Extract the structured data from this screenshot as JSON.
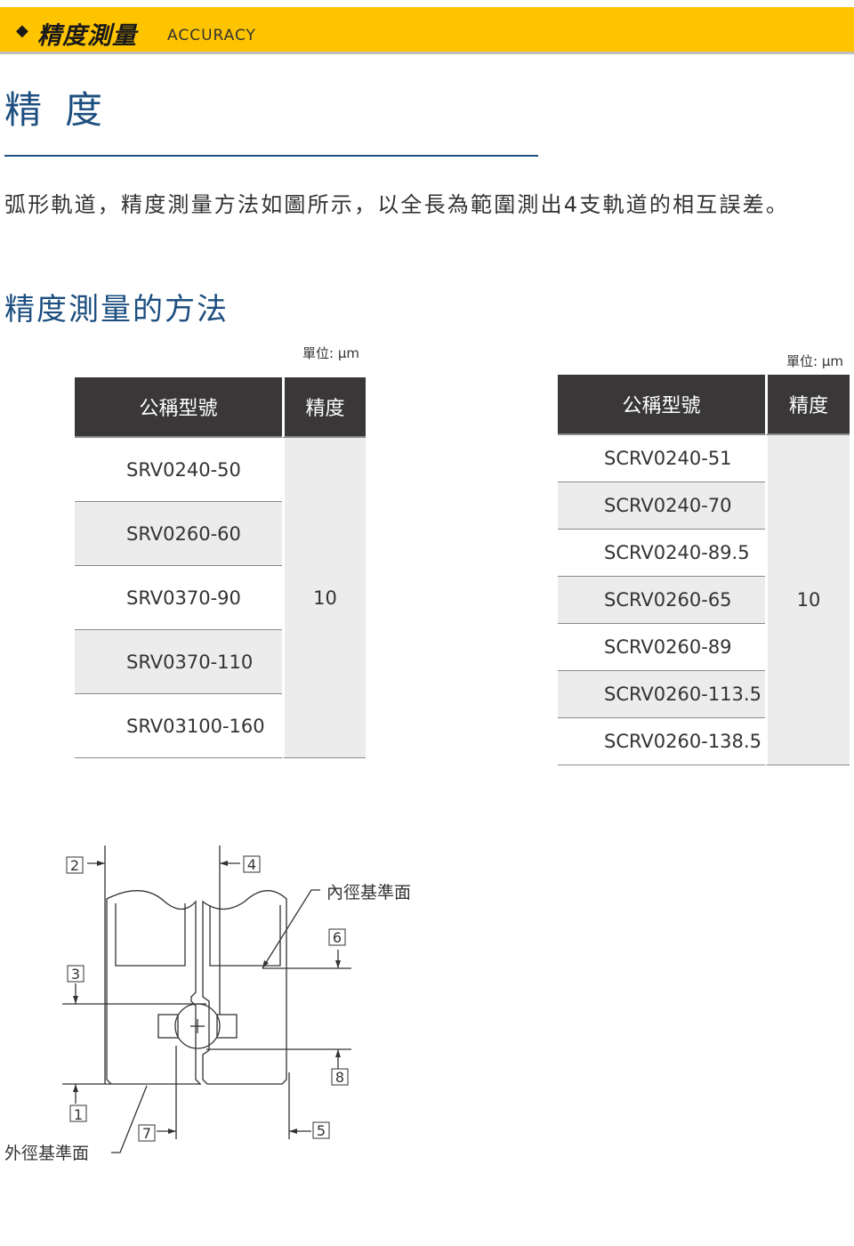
{
  "banner": {
    "bullet": "◆",
    "title": "精度測量",
    "subtitle": "ACCURACY"
  },
  "heading": "精度",
  "intro": "弧形軌道，精度測量方法如圖所示，以全長為範圍測出4支軌道的相互誤差。",
  "section_heading": "精度測量的方法",
  "table_left": {
    "unit": "單位: μm",
    "headers": [
      "公稱型號",
      "精度"
    ],
    "models": [
      "SRV0240-50",
      "SRV0260-60",
      "SRV0370-90",
      "SRV0370-110",
      "SRV03100-160"
    ],
    "accuracy": "10"
  },
  "table_right": {
    "unit": "單位: μm",
    "headers": [
      "公稱型號",
      "精度"
    ],
    "models": [
      "SCRV0240-51",
      "SCRV0240-70",
      "SCRV0240-89.5",
      "SCRV0260-65",
      "SCRV0260-89",
      "SCRV0260-113.5",
      "SCRV0260-138.5"
    ],
    "accuracy": "10"
  },
  "diagram": {
    "labels": [
      "1",
      "2",
      "3",
      "4",
      "5",
      "6",
      "7",
      "8"
    ],
    "inner_reference": "內徑基準面",
    "outer_reference": "外徑基準面"
  }
}
